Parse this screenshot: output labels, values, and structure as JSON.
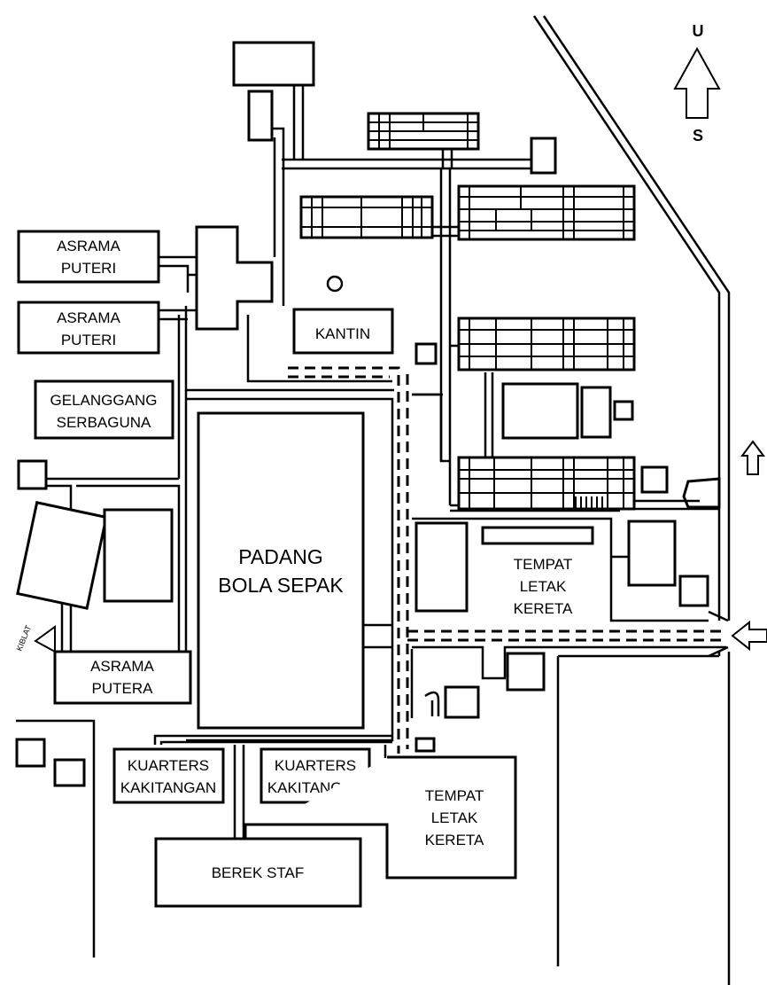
{
  "compass": {
    "north": "U",
    "south": "S"
  },
  "qibla": "KIBLAT",
  "buildings": {
    "asrama_puteri_1": [
      "ASRAMA",
      "PUTERI"
    ],
    "asrama_puteri_2": [
      "ASRAMA",
      "PUTERI"
    ],
    "gelanggang": [
      "GELANGGANG",
      "SERBAGUNA"
    ],
    "kantin": "KANTIN",
    "padang": [
      "PADANG",
      "BOLA SEPAK"
    ],
    "tempat_letak_kereta_1": [
      "TEMPAT",
      "LETAK",
      "KERETA"
    ],
    "asrama_putera": [
      "ASRAMA",
      "PUTERA"
    ],
    "kuarters_1": [
      "KUARTERS",
      "KAKITANGAN"
    ],
    "kuarters_2": [
      "KUARTERS",
      "KAKITANGAN"
    ],
    "tempat_letak_kereta_2": [
      "TEMPAT",
      "LETAK",
      "KERETA"
    ],
    "berek_staf": "BEREK STAF"
  }
}
